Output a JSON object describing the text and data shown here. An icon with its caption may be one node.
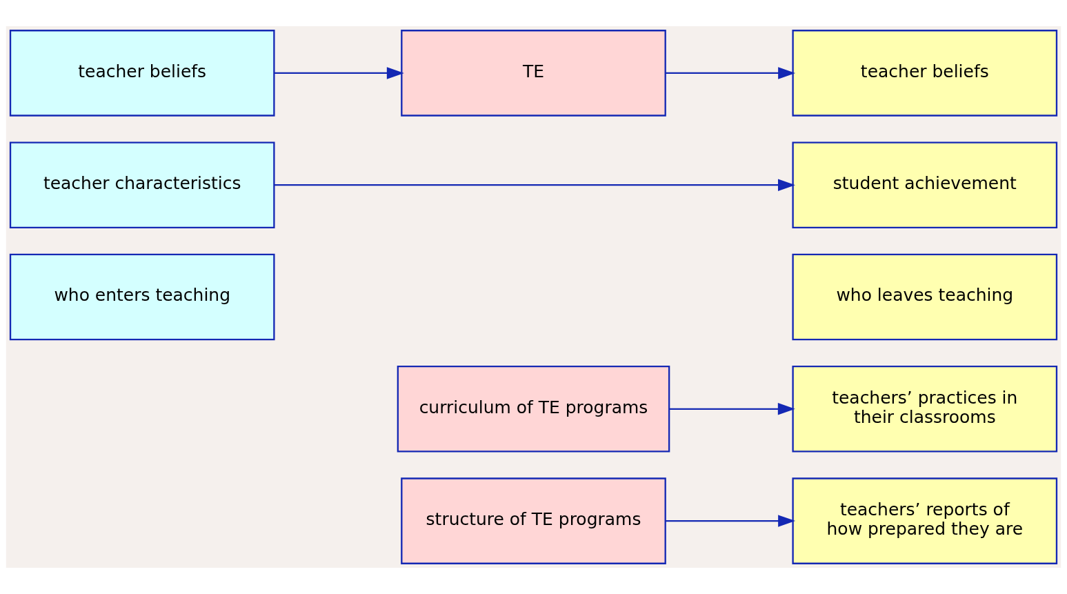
{
  "diagram": {
    "nodes": [
      {
        "text": [
          "structure of TE programs"
        ]
      },
      {
        "text": [
          "teachers’ reports of how prepared they are"
        ]
      },
      {
        "text": [
          "curriculum of TE programs"
        ]
      },
      {
        "text": [
          "teachers’ practices in their classrooms"
        ]
      },
      {
        "text": [
          "who leaves teaching"
        ]
      },
      {
        "text": [
          "who enters teaching"
        ]
      },
      {
        "text": [
          "teacher characteristics"
        ]
      },
      {
        "text": [
          "student achievement"
        ]
      },
      {
        "text": [
          "teacher beliefs"
        ]
      },
      {
        "text": [
          "TE"
        ]
      },
      {
        "text": [
          "teacher beliefs"
        ]
      }
    ],
    "edges": [
      {
        "from": 0,
        "to": 1,
        "arrow": "to"
      },
      {
        "from": 2,
        "to": 3,
        "arrow": "to"
      },
      {
        "from": 6,
        "to": 7,
        "arrow": "to"
      },
      {
        "from": 8,
        "to": 9,
        "arrow": "to"
      },
      {
        "from": 9,
        "to": 10,
        "arrow": "to"
      }
    ]
  }
}
